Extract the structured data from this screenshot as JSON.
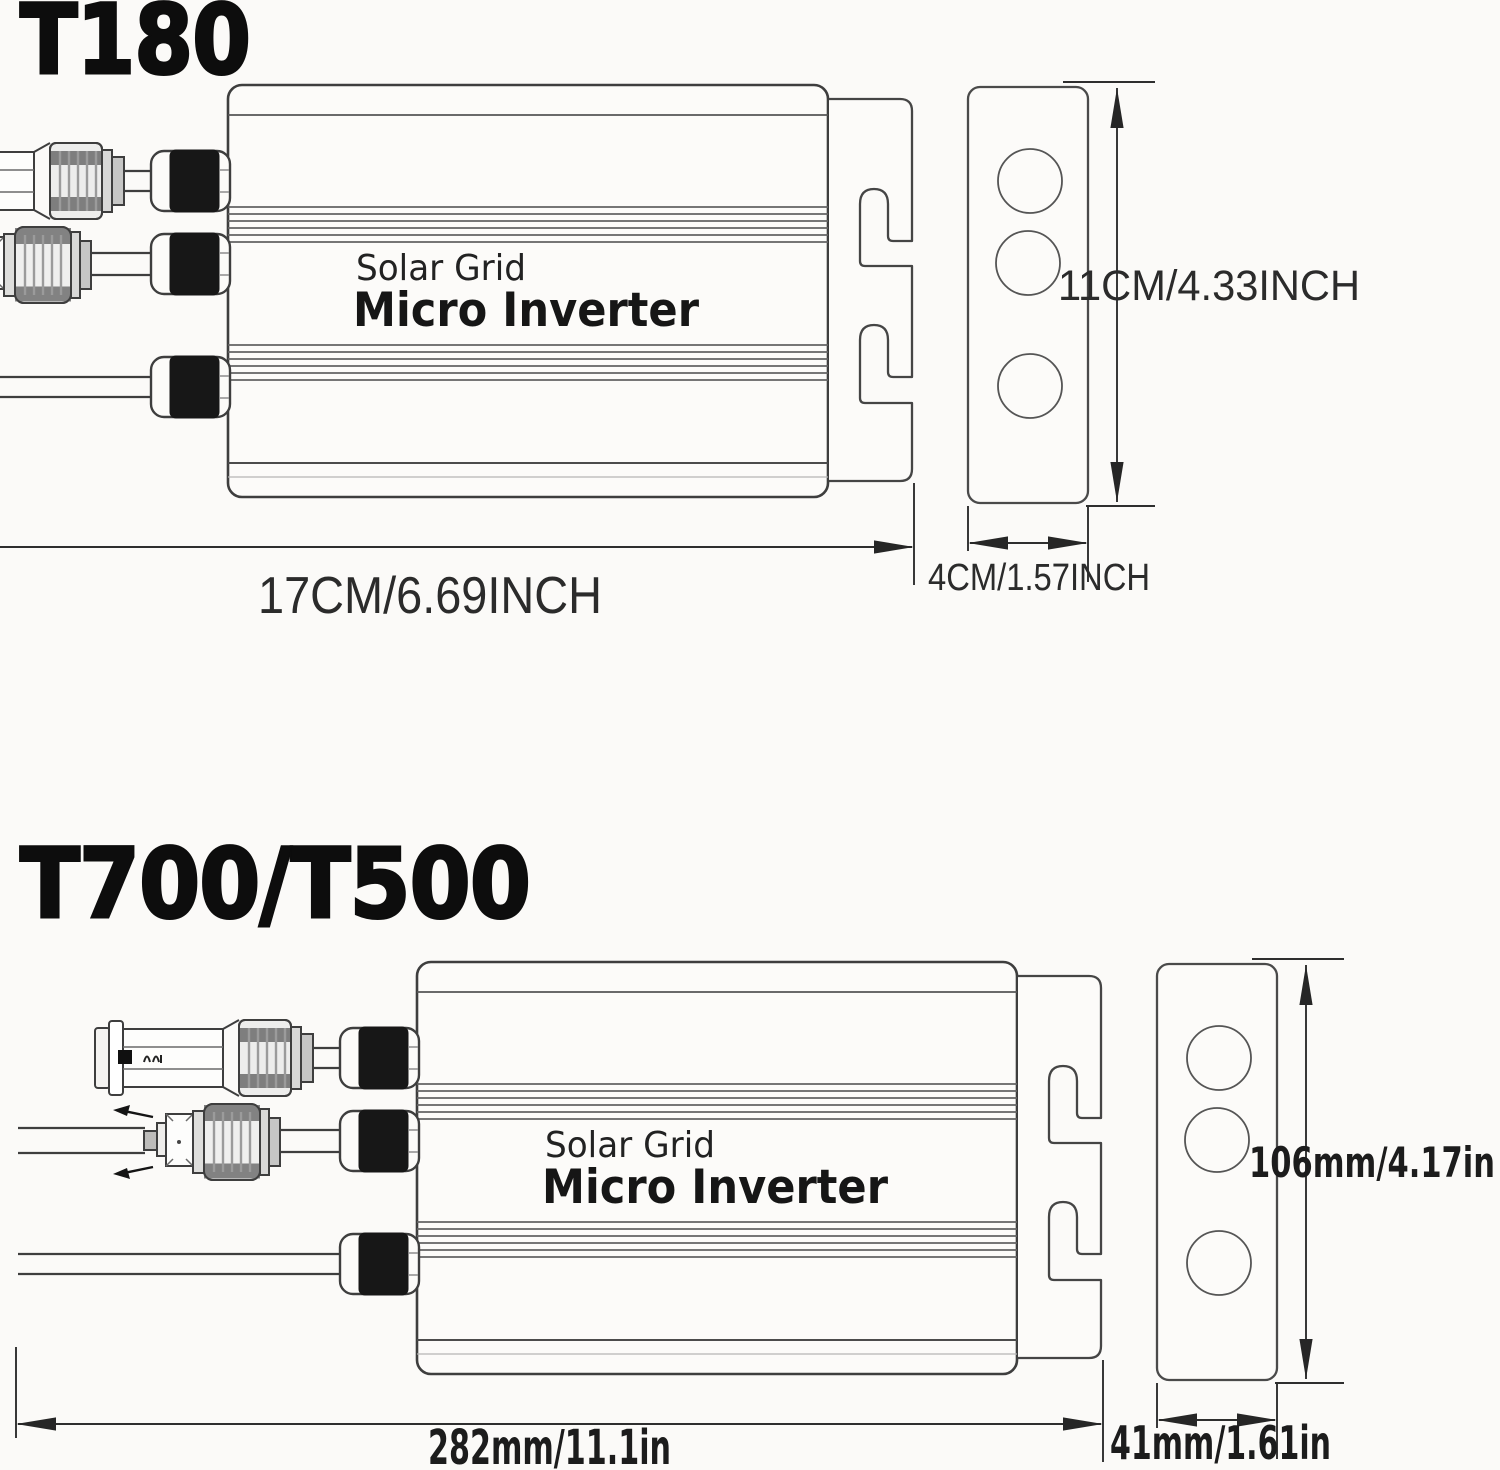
{
  "page": {
    "background_color": "#fbfaf8",
    "line_color": "#3e3e3e",
    "description": "Dimension diagram of solar grid micro inverter models"
  },
  "sections": [
    {
      "model": "T180",
      "device_label_line1": "Solar Grid",
      "device_label_line2": "Micro Inverter",
      "dim_width": "17CM/6.69INCH",
      "dim_height": "11CM/4.33INCH",
      "dim_depth": "4CM/1.57INCH"
    },
    {
      "model": "T700/T500",
      "device_label_line1": "Solar Grid",
      "device_label_line2": "Micro Inverter",
      "dim_width": "282mm/11.1in",
      "dim_height": "106mm/4.17in",
      "dim_depth": "41mm/1.61in"
    }
  ]
}
